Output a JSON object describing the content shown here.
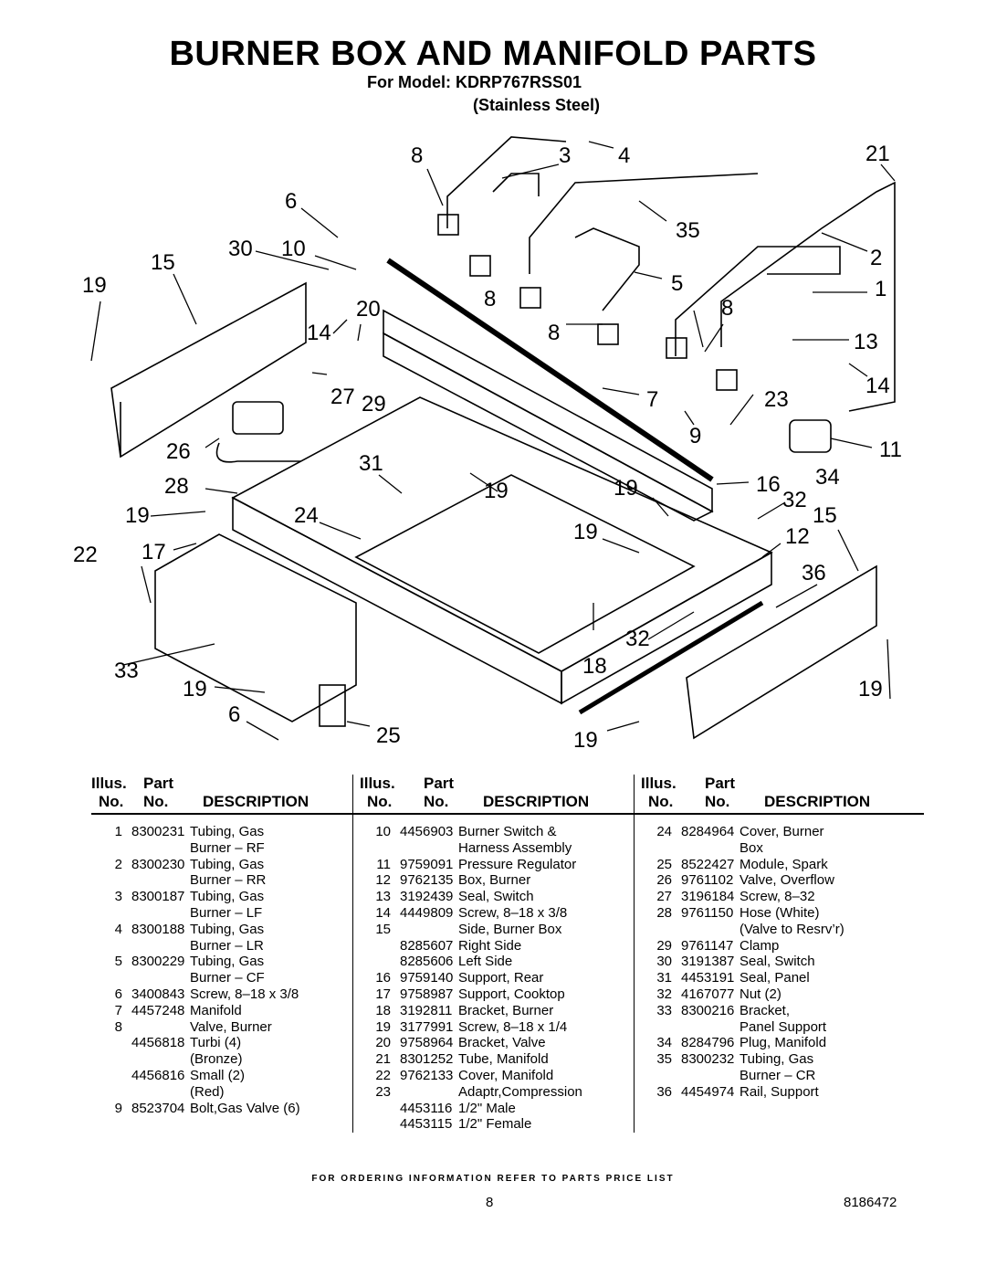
{
  "header": {
    "title": "BURNER BOX AND MANIFOLD PARTS",
    "model_line": "For Model: KDRP767RSS01",
    "finish_line": "(Stainless Steel)"
  },
  "table_headers": {
    "illus_top": "Illus.",
    "illus_bottom": "No.",
    "part_top": "Part",
    "part_bottom": "No.",
    "description": "DESCRIPTION"
  },
  "parts_columns": [
    [
      {
        "no": "1",
        "part": "8300231",
        "desc": "Tubing, Gas"
      },
      {
        "no": "",
        "part": "",
        "desc": "Burner – RF"
      },
      {
        "no": "2",
        "part": "8300230",
        "desc": "Tubing, Gas"
      },
      {
        "no": "",
        "part": "",
        "desc": "Burner – RR"
      },
      {
        "no": "3",
        "part": "8300187",
        "desc": "Tubing, Gas"
      },
      {
        "no": "",
        "part": "",
        "desc": "Burner – LF"
      },
      {
        "no": "4",
        "part": "8300188",
        "desc": "Tubing, Gas"
      },
      {
        "no": "",
        "part": "",
        "desc": "Burner – LR"
      },
      {
        "no": "5",
        "part": "8300229",
        "desc": "Tubing, Gas"
      },
      {
        "no": "",
        "part": "",
        "desc": "Burner – CF"
      },
      {
        "no": "6",
        "part": "3400843",
        "desc": "Screw, 8–18 x 3/8"
      },
      {
        "no": "7",
        "part": "4457248",
        "desc": "Manifold"
      },
      {
        "no": "8",
        "part": "",
        "desc": "Valve, Burner"
      },
      {
        "no": "",
        "part": "4456818",
        "desc": "Turbi (4)"
      },
      {
        "no": "",
        "part": "",
        "desc": "(Bronze)"
      },
      {
        "no": "",
        "part": "4456816",
        "desc": "Small (2)"
      },
      {
        "no": "",
        "part": "",
        "desc": "(Red)"
      },
      {
        "no": "9",
        "part": "8523704",
        "desc": "Bolt,Gas Valve (6)"
      }
    ],
    [
      {
        "no": "10",
        "part": "4456903",
        "desc": "Burner Switch &"
      },
      {
        "no": "",
        "part": "",
        "desc": "Harness Assembly"
      },
      {
        "no": "11",
        "part": "9759091",
        "desc": "Pressure Regulator"
      },
      {
        "no": "12",
        "part": "9762135",
        "desc": "Box, Burner"
      },
      {
        "no": "13",
        "part": "3192439",
        "desc": "Seal, Switch"
      },
      {
        "no": "14",
        "part": "4449809",
        "desc": "Screw, 8–18 x 3/8"
      },
      {
        "no": "15",
        "part": "",
        "desc": "Side, Burner Box"
      },
      {
        "no": "",
        "part": "8285607",
        "desc": "Right Side"
      },
      {
        "no": "",
        "part": "8285606",
        "desc": "Left Side"
      },
      {
        "no": "16",
        "part": "9759140",
        "desc": "Support, Rear"
      },
      {
        "no": "17",
        "part": "9758987",
        "desc": "Support, Cooktop"
      },
      {
        "no": "18",
        "part": "3192811",
        "desc": "Bracket, Burner"
      },
      {
        "no": "19",
        "part": "3177991",
        "desc": "Screw, 8–18 x 1/4"
      },
      {
        "no": "20",
        "part": "9758964",
        "desc": "Bracket, Valve"
      },
      {
        "no": "21",
        "part": "8301252",
        "desc": "Tube, Manifold"
      },
      {
        "no": "22",
        "part": "9762133",
        "desc": "Cover, Manifold"
      },
      {
        "no": "23",
        "part": "",
        "desc": "Adaptr,Compression"
      },
      {
        "no": "",
        "part": "4453116",
        "desc": "1/2\" Male"
      },
      {
        "no": "",
        "part": "4453115",
        "desc": "1/2\" Female"
      }
    ],
    [
      {
        "no": "24",
        "part": "8284964",
        "desc": "Cover, Burner"
      },
      {
        "no": "",
        "part": "",
        "desc": "Box"
      },
      {
        "no": "25",
        "part": "8522427",
        "desc": "Module, Spark"
      },
      {
        "no": "26",
        "part": "9761102",
        "desc": "Valve, Overflow"
      },
      {
        "no": "27",
        "part": "3196184",
        "desc": "Screw, 8–32"
      },
      {
        "no": "28",
        "part": "9761150",
        "desc": "Hose (White)"
      },
      {
        "no": "",
        "part": "",
        "desc": "(Valve to Resrv’r)"
      },
      {
        "no": "29",
        "part": "9761147",
        "desc": "Clamp"
      },
      {
        "no": "30",
        "part": "3191387",
        "desc": "Seal, Switch"
      },
      {
        "no": "31",
        "part": "4453191",
        "desc": "Seal, Panel"
      },
      {
        "no": "32",
        "part": "4167077",
        "desc": "Nut (2)"
      },
      {
        "no": "33",
        "part": "8300216",
        "desc": "Bracket,"
      },
      {
        "no": "",
        "part": "",
        "desc": "Panel Support"
      },
      {
        "no": "34",
        "part": "8284796",
        "desc": "Plug, Manifold"
      },
      {
        "no": "35",
        "part": "8300232",
        "desc": "Tubing, Gas"
      },
      {
        "no": "",
        "part": "",
        "desc": "Burner – CR"
      },
      {
        "no": "36",
        "part": "4454974",
        "desc": "Rail, Support"
      }
    ]
  ],
  "diagram_callouts": [
    "8",
    "3",
    "4",
    "21",
    "6",
    "35",
    "30",
    "10",
    "15",
    "2",
    "19",
    "5",
    "1",
    "8",
    "20",
    "8",
    "14",
    "8",
    "13",
    "14",
    "27",
    "29",
    "7",
    "23",
    "9",
    "26",
    "11",
    "31",
    "16",
    "34",
    "28",
    "19",
    "19",
    "32",
    "19",
    "24",
    "19",
    "15",
    "17",
    "12",
    "22",
    "36",
    "32",
    "33",
    "18",
    "19",
    "19",
    "6",
    "25",
    "19"
  ],
  "footer": {
    "ordering_note": "FOR ORDERING INFORMATION REFER TO PARTS PRICE LIST",
    "page_number": "8",
    "document_number": "8186472"
  }
}
